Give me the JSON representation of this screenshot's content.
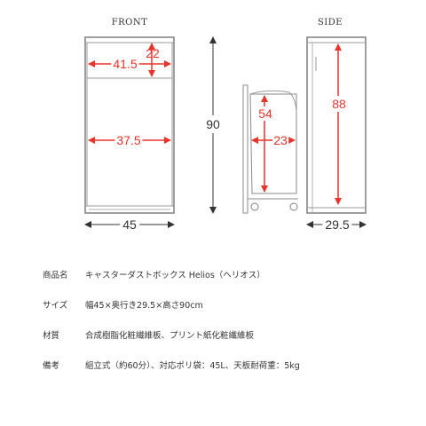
{
  "front": {
    "title": "FRONT",
    "dim_drawer_height": "22",
    "dim_drawer_width": "41.5",
    "dim_inner_width": "37.5",
    "dim_total_width": "45",
    "dim_total_height": "90"
  },
  "side": {
    "title": "SIDE",
    "dim_inner_height": "88",
    "dim_bin_height": "54",
    "dim_bin_depth": "23",
    "dim_total_depth": "29.5"
  },
  "specs": [
    {
      "label": "商品名",
      "value": "キャスターダストボックス Helios（ヘリオス）"
    },
    {
      "label": "サイズ",
      "value": "幅45×奥行き29.5×高さ90cm"
    },
    {
      "label": "材質",
      "value": "合成樹脂化粧繊維板、プリント紙化粧繊維板"
    },
    {
      "label": "備考",
      "value": "組立式（約60分）、対応ポリ袋：45L、天板耐荷重：5kg"
    }
  ],
  "colors": {
    "dimension_red": "#e8342a",
    "line_dark": "#333333",
    "cabinet_fill": "#ffffff",
    "cabinet_edge": "#8a8a8a"
  }
}
